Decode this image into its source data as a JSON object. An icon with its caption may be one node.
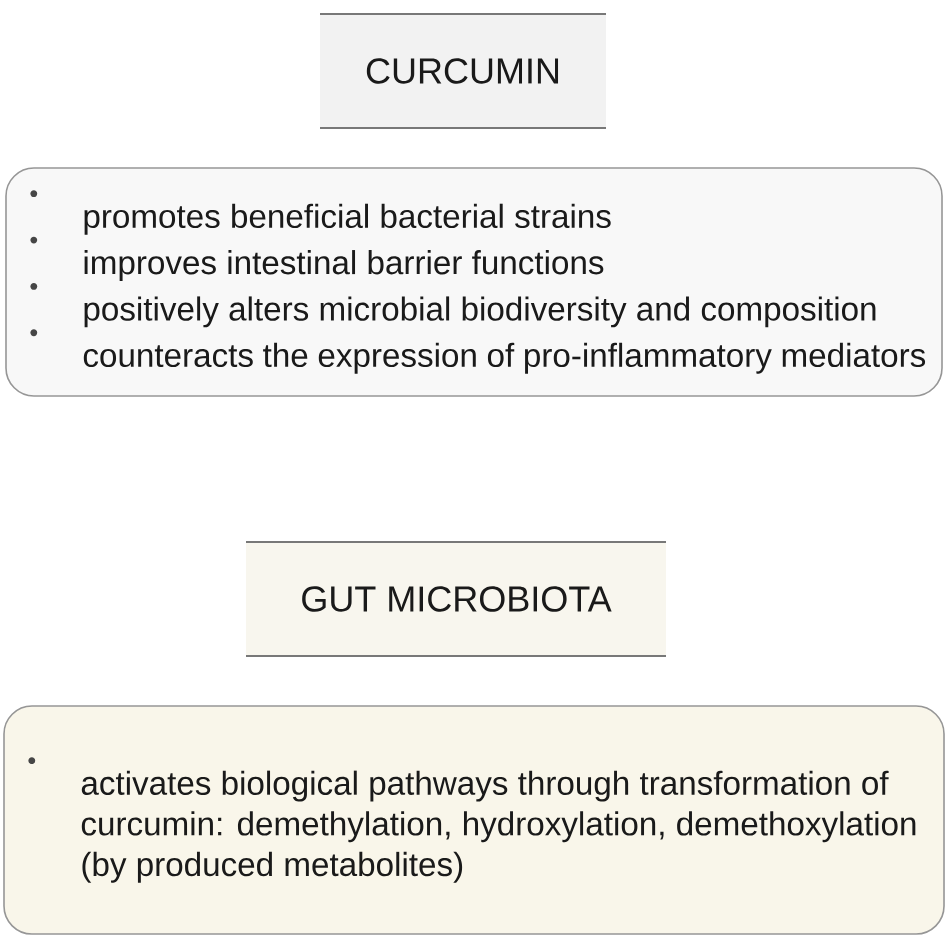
{
  "diagram": {
    "nodes": [
      {
        "text": [
          "CURCUMIN"
        ]
      },
      {
        "text": [
          "promotes beneficial bacterial strains",
          "improves intestinal barrier functions",
          "positively alters microbial biodiversity and composition",
          "counteracts the expression of pro-inflammatory mediators"
        ]
      },
      {
        "text": [
          "GUT MICROBIOTA"
        ]
      },
      {
        "text": [
          "activates biological pathways through transformation of curcumin: demethylation, hydroxylation, demethoxylation (by produced metabolites)"
        ]
      }
    ]
  }
}
